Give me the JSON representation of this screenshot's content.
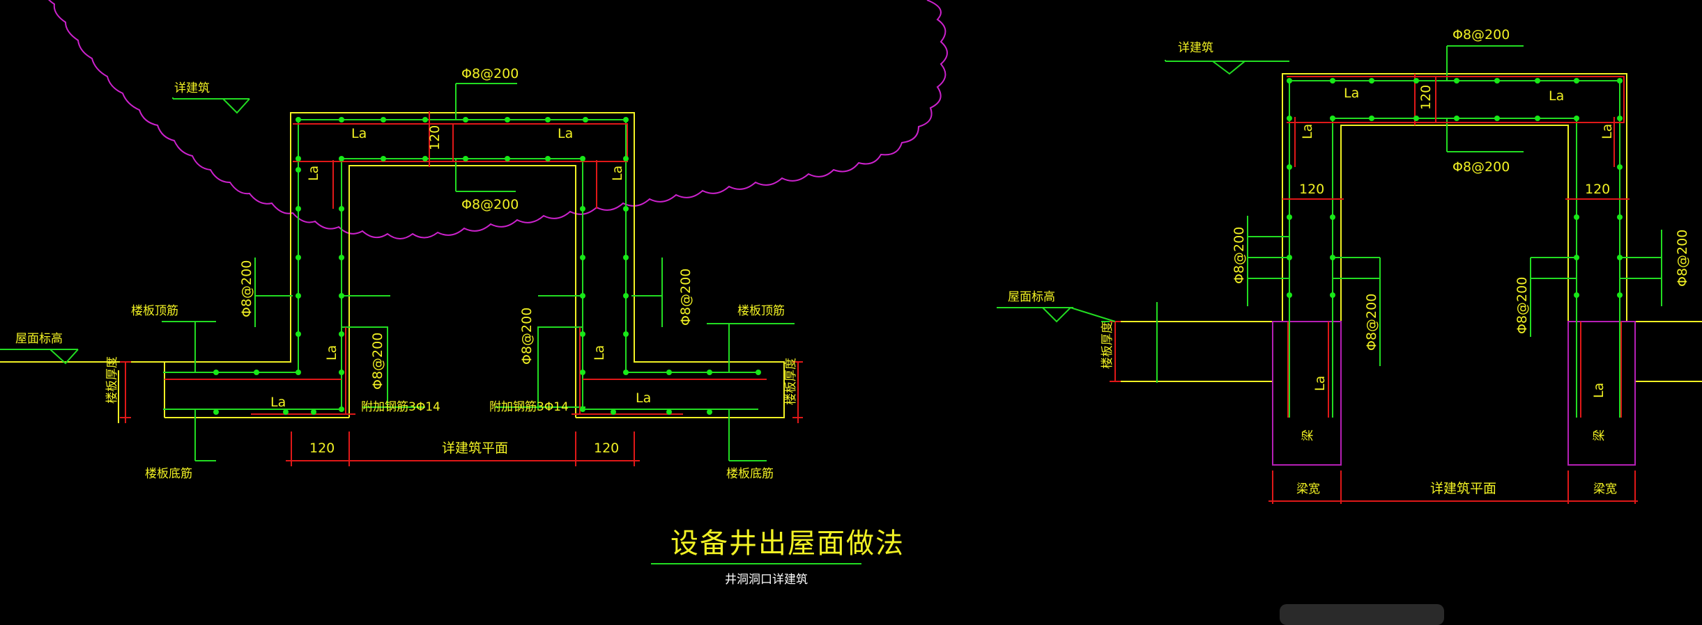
{
  "colors": {
    "background": "#000000",
    "wall": "#f2f224",
    "rebar_green": "#22dd22",
    "rebar_dot": "#18e818",
    "dimension_red": "#e01818",
    "cloud_magenta": "#cc22cc",
    "beam_magenta": "#b61fb6",
    "text_yellow": "#f2f224"
  },
  "left_detail": {
    "label_architecture_top": "详建筑",
    "label_roof_elevation": "屋面标高",
    "label_slab_top_rebar_left": "楼板顶筋",
    "label_slab_top_rebar_right": "楼板顶筋",
    "label_slab_bottom_rebar_left": "楼板底筋",
    "label_slab_bottom_rebar_right": "楼板底筋",
    "label_slab_thickness_left": "楼板厚度",
    "label_slab_thickness_right": "楼板厚度",
    "rebar_top": "Φ8@200",
    "rebar_bottom": "Φ8@200",
    "rebar_wall_left_outer": "Φ8@200",
    "rebar_wall_left_inner": "Φ8@200",
    "rebar_wall_right_outer": "Φ8@200",
    "rebar_wall_right_inner": "Φ8@200",
    "additional_rebar_left": "附加钢筋3Φ14",
    "additional_rebar_right": "附加钢筋3Φ14",
    "anchor_la": "La",
    "thickness_120": "120",
    "dim_left": "120",
    "dim_right": "120",
    "dim_center": "详建筑平面"
  },
  "right_detail": {
    "label_architecture_top": "详建筑",
    "label_roof_elevation": "屋面标高",
    "label_slab_thickness": "楼板厚度",
    "rebar_top": "Φ8@200",
    "rebar_bottom": "Φ8@200",
    "rebar_wall_left_outer": "Φ8@200",
    "rebar_wall_left_inner": "Φ8@200",
    "rebar_wall_right_inner": "Φ8@200",
    "rebar_wall_right_outer": "Φ8@200",
    "anchor_la": "La",
    "thickness_120": "120",
    "dim_left_120": "120",
    "dim_right_120": "120",
    "beam_label": "梁",
    "dim_beam_width_left": "梁宽",
    "dim_beam_width_right": "梁宽",
    "dim_center": "详建筑平面"
  },
  "caption": {
    "title": "设备井出屋面做法",
    "subtitle": "井洞洞口详建筑"
  }
}
